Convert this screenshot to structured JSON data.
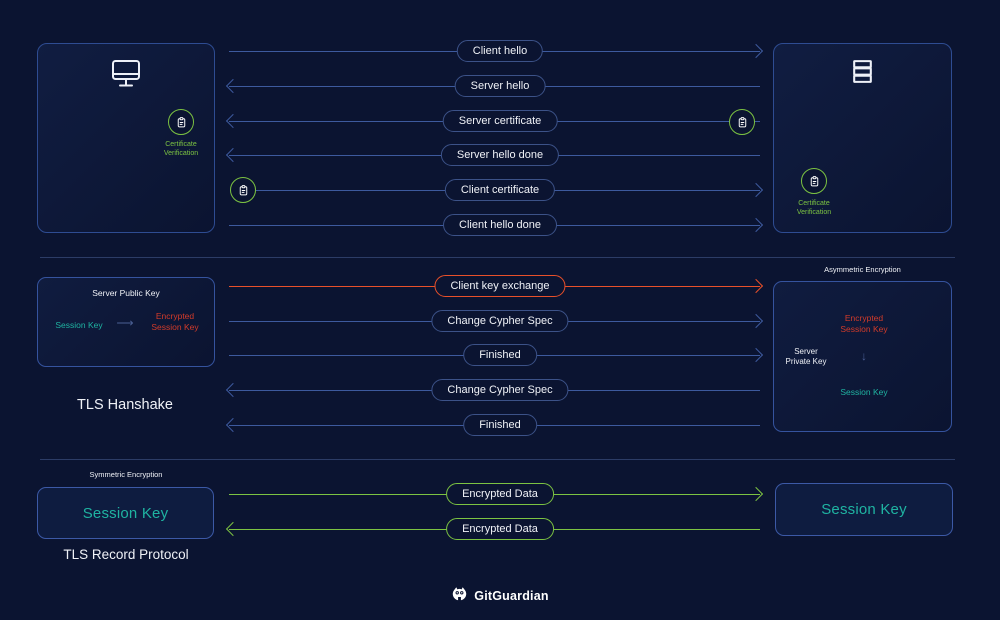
{
  "colors": {
    "background": "#0b1431",
    "box_border": "#2e4c92",
    "arrow_blue": "#3d5a9e",
    "green": "#7cc342",
    "teal": "#1fb3a1",
    "red": "#e8502a",
    "red_text": "#d23b2a",
    "text": "#f0f2f7"
  },
  "top_section": {
    "client_icon": "monitor-icon",
    "server_icon": "server-icon",
    "certificate_verification": "Certificate Verification",
    "messages": [
      {
        "label": "Client hello",
        "direction": "right"
      },
      {
        "label": "Server hello",
        "direction": "left"
      },
      {
        "label": "Server certificate",
        "direction": "left"
      },
      {
        "label": "Server hello done",
        "direction": "left"
      },
      {
        "label": "Client certificate",
        "direction": "right"
      },
      {
        "label": "Client hello done",
        "direction": "right"
      }
    ]
  },
  "handshake_section": {
    "title": "TLS Hanshake",
    "left_box": {
      "title": "Server Public Key",
      "input": "Session Key",
      "output_line1": "Encrypted",
      "output_line2": "Session Key"
    },
    "right_box": {
      "label": "Asymmetric Encryption",
      "input_line1": "Encrypted",
      "input_line2": "Session Key",
      "key_line1": "Server",
      "key_line2": "Private Key",
      "output": "Session Key"
    },
    "messages": [
      {
        "label": "Client key exchange",
        "direction": "right",
        "accent": "red"
      },
      {
        "label": "Change Cypher Spec",
        "direction": "right",
        "accent": "blue"
      },
      {
        "label": "Finished",
        "direction": "right",
        "accent": "blue"
      },
      {
        "label": "Change Cypher Spec",
        "direction": "left",
        "accent": "blue"
      },
      {
        "label": "Finished",
        "direction": "left",
        "accent": "blue"
      }
    ]
  },
  "record_section": {
    "title": "TLS Record Protocol",
    "label": "Symmetric Encryption",
    "left_box": "Session Key",
    "right_box": "Session Key",
    "messages": [
      {
        "label": "Encrypted Data",
        "direction": "right",
        "accent": "green"
      },
      {
        "label": "Encrypted Data",
        "direction": "left",
        "accent": "green"
      }
    ]
  },
  "footer": {
    "brand": "GitGuardian"
  }
}
